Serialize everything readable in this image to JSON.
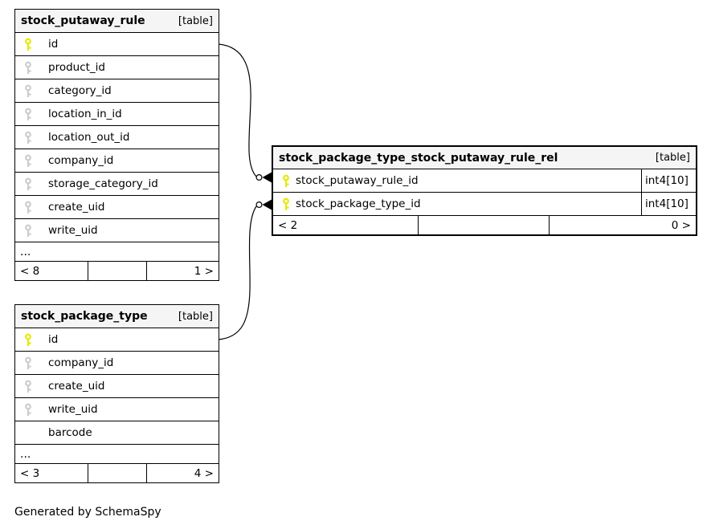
{
  "page": {
    "footer_note": "Generated by SchemaSpy"
  },
  "colors": {
    "primary_key": "#e8e800",
    "foreign_key": "#cccccc",
    "header_bg": "#f5f5f5",
    "border": "#000000",
    "background": "#ffffff"
  },
  "tables": [
    {
      "title": "stock_putaway_rule",
      "badge": "[table]",
      "ellipsis": "...",
      "footer": {
        "prev": "< 8",
        "mid": "",
        "next": "1 >"
      },
      "columns": [
        {
          "name": "id",
          "icon": "primary-key"
        },
        {
          "name": "product_id",
          "icon": "foreign-key"
        },
        {
          "name": "category_id",
          "icon": "foreign-key"
        },
        {
          "name": "location_in_id",
          "icon": "foreign-key"
        },
        {
          "name": "location_out_id",
          "icon": "foreign-key"
        },
        {
          "name": "company_id",
          "icon": "foreign-key"
        },
        {
          "name": "storage_category_id",
          "icon": "foreign-key"
        },
        {
          "name": "create_uid",
          "icon": "foreign-key"
        },
        {
          "name": "write_uid",
          "icon": "foreign-key"
        }
      ]
    },
    {
      "title": "stock_package_type_stock_putaway_rule_rel",
      "badge": "[table]",
      "footer": {
        "prev": "< 2",
        "mid": "",
        "next": "0 >"
      },
      "columns": [
        {
          "name": "stock_putaway_rule_id",
          "icon": "primary-key",
          "type": "int4[10]"
        },
        {
          "name": "stock_package_type_id",
          "icon": "primary-key",
          "type": "int4[10]"
        }
      ]
    },
    {
      "title": "stock_package_type",
      "badge": "[table]",
      "ellipsis": "...",
      "footer": {
        "prev": "< 3",
        "mid": "",
        "next": "4 >"
      },
      "columns": [
        {
          "name": "id",
          "icon": "primary-key"
        },
        {
          "name": "company_id",
          "icon": "foreign-key"
        },
        {
          "name": "create_uid",
          "icon": "foreign-key"
        },
        {
          "name": "write_uid",
          "icon": "foreign-key"
        },
        {
          "name": "barcode",
          "icon": "none"
        }
      ]
    }
  ],
  "relationships": [
    {
      "from": "stock_putaway_rule.id",
      "to": "stock_package_type_stock_putaway_rule_rel.stock_putaway_rule_id"
    },
    {
      "from": "stock_package_type.id",
      "to": "stock_package_type_stock_putaway_rule_rel.stock_package_type_id"
    }
  ]
}
